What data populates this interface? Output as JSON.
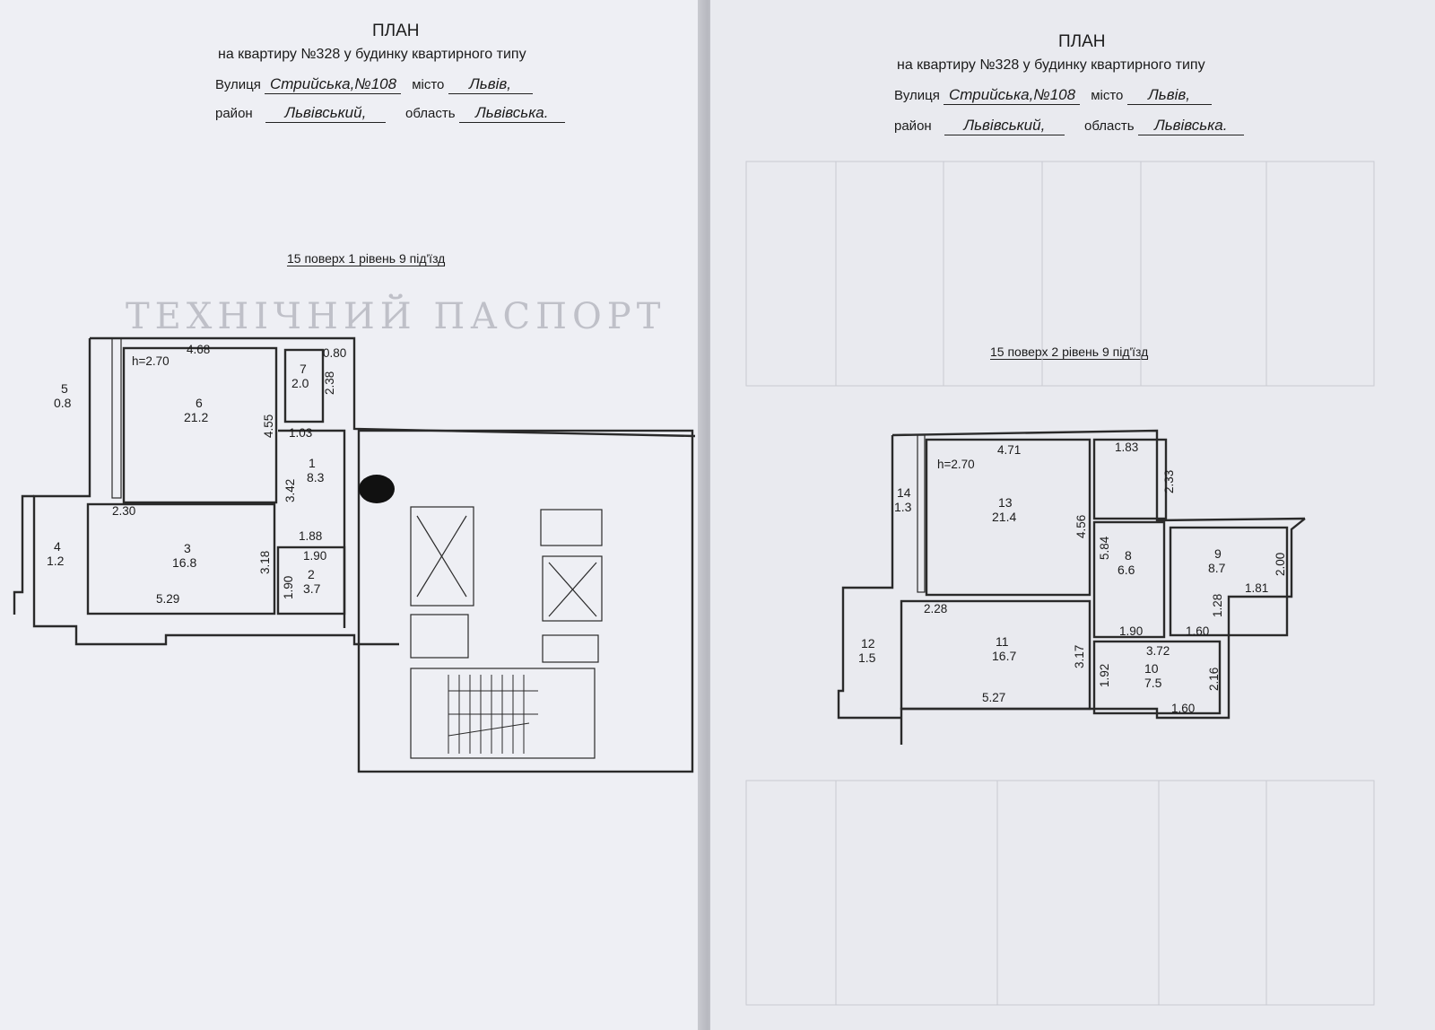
{
  "pages": [
    {
      "heading": "ПЛАН",
      "subheading": "на квартиру №328 у будинку квартирного типу",
      "street_label": "Вулиця",
      "street_value": "Стрийська,№108",
      "city_label": "місто",
      "city_value": "Львів,",
      "district_label": "район",
      "district_value": "Львівський,",
      "region_label": "область",
      "region_value": "Львівська.",
      "plan_caption": "15 поверх 1 рівень 9 під'їзд",
      "height": "h=2.70",
      "rooms": [
        {
          "no": "1",
          "area": "8.3"
        },
        {
          "no": "2",
          "area": "3.7"
        },
        {
          "no": "3",
          "area": "16.8"
        },
        {
          "no": "4",
          "area": "1.2"
        },
        {
          "no": "5",
          "area": "0.8"
        },
        {
          "no": "6",
          "area": "21.2"
        },
        {
          "no": "7",
          "area": "2.0"
        }
      ],
      "dims": [
        "4.68",
        "0.80",
        "2.38",
        "4.55",
        "1.03",
        "3.42",
        "2.30",
        "1.88",
        "1.90",
        "1.90",
        "3.18",
        "5.29"
      ]
    },
    {
      "heading": "ПЛАН",
      "subheading": "на квартиру №328 у будинку квартирного типу",
      "street_label": "Вулиця",
      "street_value": "Стрийська,№108",
      "city_label": "місто",
      "city_value": "Львів,",
      "district_label": "район",
      "district_value": "Львівський,",
      "region_label": "область",
      "region_value": "Львівська.",
      "plan_caption": "15 поверх 2 рівень 9 під'їзд",
      "height": "h=2.70",
      "rooms": [
        {
          "no": "8",
          "area": "6.6"
        },
        {
          "no": "9",
          "area": "8.7"
        },
        {
          "no": "10",
          "area": "7.5"
        },
        {
          "no": "11",
          "area": "16.7"
        },
        {
          "no": "12",
          "area": "1.5"
        },
        {
          "no": "13",
          "area": "21.4"
        },
        {
          "no": "14",
          "area": "1.3"
        }
      ],
      "dims": [
        "4.71",
        "1.83",
        "2.33",
        "4.56",
        "5.84",
        "2.00",
        "1.81",
        "1.28",
        "1.60",
        "2.28",
        "1.90",
        "3.72",
        "3.17",
        "1.92",
        "2.16",
        "1.60",
        "5.27"
      ]
    }
  ]
}
